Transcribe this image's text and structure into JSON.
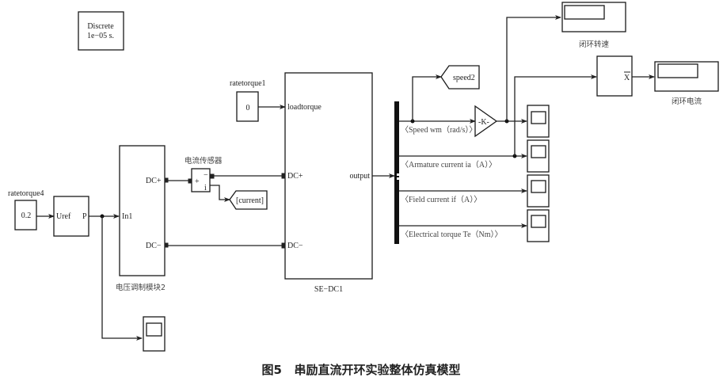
{
  "diagram": {
    "blocks": {
      "solver": {
        "line1": "Discrete",
        "line2": "1e−05 s."
      },
      "ratetorque4": {
        "name": "ratetorque4",
        "value": "0.2"
      },
      "uref_block": {
        "in_label": "Uref",
        "out_label": "P"
      },
      "voltage_module": {
        "name": "电压调制模块2",
        "in_label": "In1",
        "dcp_label": "DC+",
        "dcm_label": "DC−"
      },
      "current_sensor": {
        "name": "电流传感器",
        "plus": "+",
        "minus": "−",
        "i": "i"
      },
      "goto_current": {
        "label": "[current]"
      },
      "ratetorque1": {
        "name": "ratetorque1",
        "value": "0"
      },
      "se_dc1": {
        "name": "SE−DC1",
        "loadtorque": "loadtorque",
        "dcp": "DC+",
        "dcm": "DC−",
        "output": "output"
      },
      "goto_speed2": {
        "label": "speed2"
      },
      "gain": {
        "label": "-K-"
      },
      "mean": {
        "label": "X"
      },
      "scope_speed": {
        "name": "闭环转速"
      },
      "scope_current": {
        "name": "闭环电流"
      }
    },
    "signals": [
      "〈Speed wm（rad/s）〉",
      "〈Armature current ia（A）〉",
      "〈Field current if（A）〉",
      "〈Electrical torque Te（Nm）〉"
    ],
    "caption": "图5   串励直流开环实验整体仿真模型"
  }
}
